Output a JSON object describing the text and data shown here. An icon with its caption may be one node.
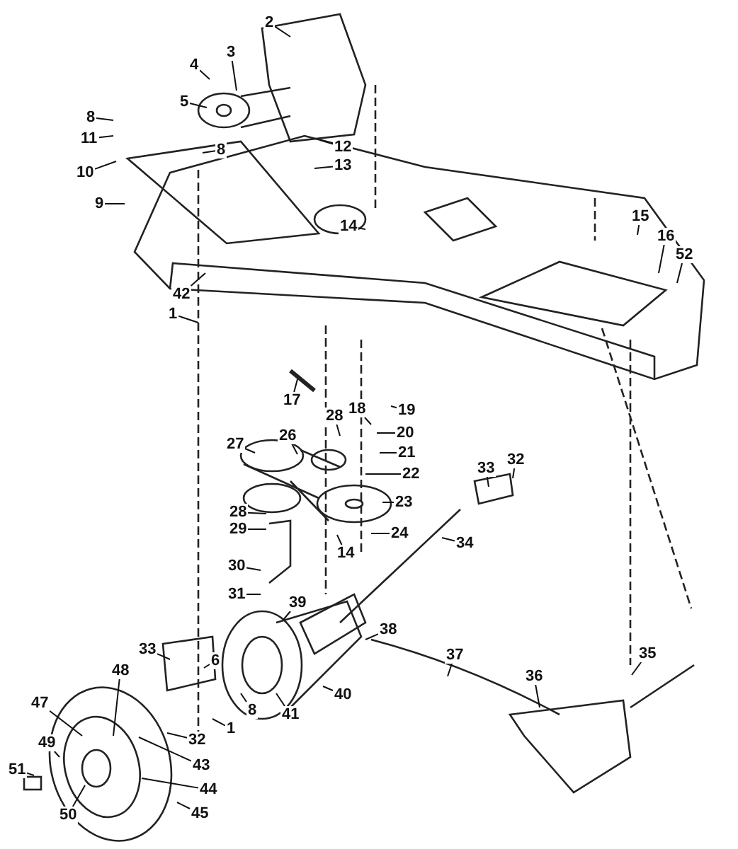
{
  "diagram": {
    "nodes": [
      {
        "text": [
          "2"
        ]
      },
      {
        "text": [
          "3"
        ]
      },
      {
        "text": [
          "4"
        ]
      },
      {
        "text": [
          "5"
        ]
      },
      {
        "text": [
          "8"
        ]
      },
      {
        "text": [
          "11"
        ]
      },
      {
        "text": [
          "10"
        ]
      },
      {
        "text": [
          "8"
        ]
      },
      {
        "text": [
          "12"
        ]
      },
      {
        "text": [
          "13"
        ]
      },
      {
        "text": [
          "9"
        ]
      },
      {
        "text": [
          "14"
        ]
      },
      {
        "text": [
          "15"
        ]
      },
      {
        "text": [
          "16"
        ]
      },
      {
        "text": [
          "52"
        ]
      },
      {
        "text": [
          "42"
        ]
      },
      {
        "text": [
          "1"
        ]
      },
      {
        "text": [
          "17"
        ]
      },
      {
        "text": [
          "18"
        ]
      },
      {
        "text": [
          "19"
        ]
      },
      {
        "text": [
          "28"
        ]
      },
      {
        "text": [
          "26"
        ]
      },
      {
        "text": [
          "27"
        ]
      },
      {
        "text": [
          "20"
        ]
      },
      {
        "text": [
          "21"
        ]
      },
      {
        "text": [
          "22"
        ]
      },
      {
        "text": [
          "33"
        ]
      },
      {
        "text": [
          "32"
        ]
      },
      {
        "text": [
          "23"
        ]
      },
      {
        "text": [
          "28"
        ]
      },
      {
        "text": [
          "29"
        ]
      },
      {
        "text": [
          "24"
        ]
      },
      {
        "text": [
          "14"
        ]
      },
      {
        "text": [
          "34"
        ]
      },
      {
        "text": [
          "30"
        ]
      },
      {
        "text": [
          "31"
        ]
      },
      {
        "text": [
          "39"
        ]
      },
      {
        "text": [
          "38"
        ]
      },
      {
        "text": [
          "37"
        ]
      },
      {
        "text": [
          "35"
        ]
      },
      {
        "text": [
          "36"
        ]
      },
      {
        "text": [
          "33"
        ]
      },
      {
        "text": [
          "6"
        ]
      },
      {
        "text": [
          "48"
        ]
      },
      {
        "text": [
          "47"
        ]
      },
      {
        "text": [
          "8"
        ]
      },
      {
        "text": [
          "41"
        ]
      },
      {
        "text": [
          "40"
        ]
      },
      {
        "text": [
          "1"
        ]
      },
      {
        "text": [
          "32"
        ]
      },
      {
        "text": [
          "43"
        ]
      },
      {
        "text": [
          "49"
        ]
      },
      {
        "text": [
          "51"
        ]
      },
      {
        "text": [
          "44"
        ]
      },
      {
        "text": [
          "50"
        ]
      },
      {
        "text": [
          "45"
        ]
      }
    ],
    "edges": [
      {
        "from": 0,
        "to": null,
        "arrow": "none"
      },
      {
        "from": 1,
        "to": null,
        "arrow": "none"
      },
      {
        "from": 2,
        "to": null,
        "arrow": "none"
      },
      {
        "from": 3,
        "to": null,
        "arrow": "none"
      },
      {
        "from": 4,
        "to": null,
        "arrow": "none"
      },
      {
        "from": 5,
        "to": null,
        "arrow": "none"
      },
      {
        "from": 6,
        "to": null,
        "arrow": "none"
      },
      {
        "from": 7,
        "to": null,
        "arrow": "none"
      },
      {
        "from": 8,
        "to": null,
        "arrow": "none"
      },
      {
        "from": 9,
        "to": null,
        "arrow": "none"
      },
      {
        "from": 10,
        "to": null,
        "arrow": "none"
      },
      {
        "from": 11,
        "to": null,
        "arrow": "none"
      },
      {
        "from": 12,
        "to": null,
        "arrow": "none"
      },
      {
        "from": 13,
        "to": null,
        "arrow": "none"
      },
      {
        "from": 14,
        "to": null,
        "arrow": "none"
      },
      {
        "from": 15,
        "to": null,
        "arrow": "none"
      },
      {
        "from": 16,
        "to": null,
        "arrow": "none"
      },
      {
        "from": 17,
        "to": null,
        "arrow": "none"
      },
      {
        "from": 18,
        "to": null,
        "arrow": "none"
      },
      {
        "from": 19,
        "to": null,
        "arrow": "none"
      },
      {
        "from": 20,
        "to": null,
        "arrow": "none"
      },
      {
        "from": 21,
        "to": null,
        "arrow": "none"
      },
      {
        "from": 22,
        "to": null,
        "arrow": "none"
      },
      {
        "from": 23,
        "to": null,
        "arrow": "none"
      },
      {
        "from": 24,
        "to": null,
        "arrow": "none"
      },
      {
        "from": 25,
        "to": null,
        "arrow": "none"
      },
      {
        "from": 26,
        "to": null,
        "arrow": "none"
      },
      {
        "from": 27,
        "to": null,
        "arrow": "none"
      },
      {
        "from": 28,
        "to": null,
        "arrow": "none"
      },
      {
        "from": 29,
        "to": null,
        "arrow": "none"
      },
      {
        "from": 30,
        "to": null,
        "arrow": "none"
      },
      {
        "from": 31,
        "to": null,
        "arrow": "none"
      },
      {
        "from": 32,
        "to": null,
        "arrow": "none"
      },
      {
        "from": 33,
        "to": null,
        "arrow": "none"
      },
      {
        "from": 34,
        "to": null,
        "arrow": "none"
      },
      {
        "from": 35,
        "to": null,
        "arrow": "none"
      },
      {
        "from": 36,
        "to": null,
        "arrow": "none"
      },
      {
        "from": 37,
        "to": null,
        "arrow": "none"
      },
      {
        "from": 38,
        "to": null,
        "arrow": "none"
      },
      {
        "from": 39,
        "to": null,
        "arrow": "none"
      },
      {
        "from": 40,
        "to": null,
        "arrow": "none"
      },
      {
        "from": 41,
        "to": null,
        "arrow": "none"
      },
      {
        "from": 42,
        "to": null,
        "arrow": "none"
      },
      {
        "from": 43,
        "to": null,
        "arrow": "none"
      },
      {
        "from": 44,
        "to": null,
        "arrow": "none"
      },
      {
        "from": 45,
        "to": null,
        "arrow": "none"
      },
      {
        "from": 46,
        "to": null,
        "arrow": "none"
      },
      {
        "from": 47,
        "to": null,
        "arrow": "none"
      },
      {
        "from": 48,
        "to": null,
        "arrow": "none"
      },
      {
        "from": 49,
        "to": null,
        "arrow": "none"
      },
      {
        "from": 50,
        "to": null,
        "arrow": "none"
      },
      {
        "from": 51,
        "to": null,
        "arrow": "none"
      },
      {
        "from": 52,
        "to": null,
        "arrow": "none"
      },
      {
        "from": 53,
        "to": null,
        "arrow": "none"
      },
      {
        "from": 54,
        "to": null,
        "arrow": "none"
      },
      {
        "from": 55,
        "to": null,
        "arrow": "none"
      }
    ]
  }
}
